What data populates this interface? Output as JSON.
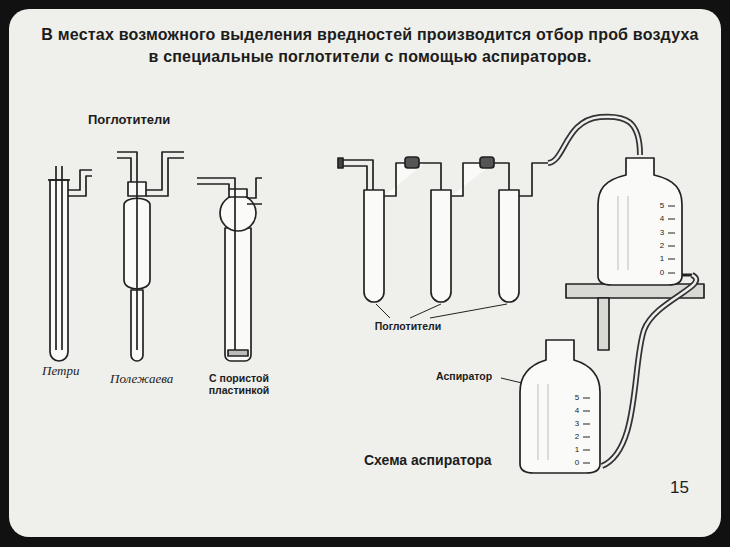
{
  "diagram": {
    "title": "В местах возможного выделения вредностей производится отбор проб воздуха в специальные поглотители с помощью аспираторов.",
    "labels": [
      "Поглотители",
      "Петри",
      "Полежаева",
      "С пористой пластинкой",
      "Поглотители",
      "5",
      "4",
      "3",
      "2",
      "1",
      "0",
      "Аспиратор",
      "5",
      "4",
      "3",
      "2",
      "1",
      "0",
      "Схема аспиратора",
      "15"
    ]
  }
}
